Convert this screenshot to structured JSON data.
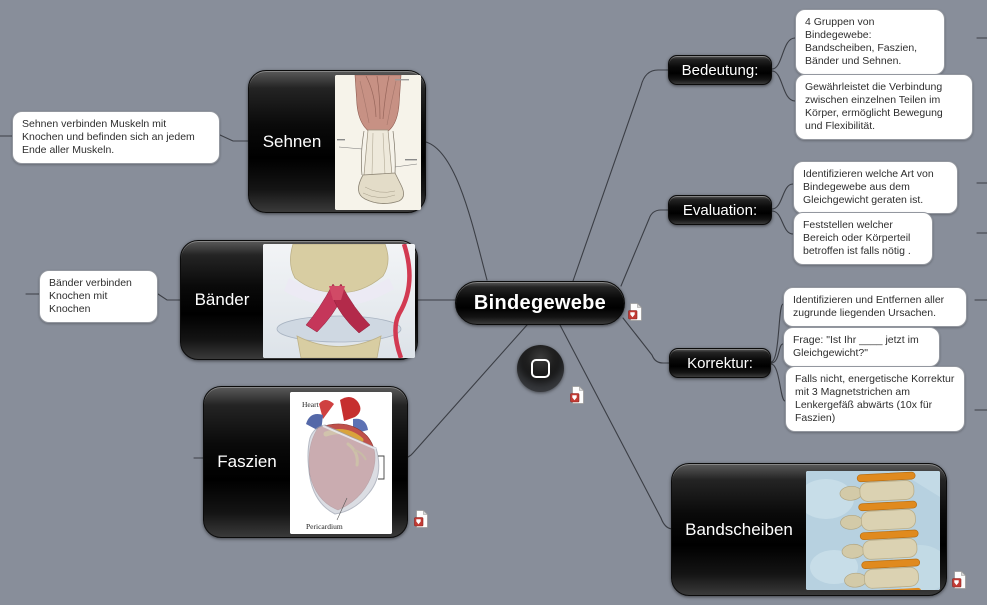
{
  "central_node": {
    "label": "Bindegewebe"
  },
  "branch_nodes": {
    "sehnen": {
      "label": "Sehnen"
    },
    "baender": {
      "label": "Bänder"
    },
    "faszien": {
      "label": "Faszien"
    },
    "bedeutung": {
      "label": "Bedeutung:"
    },
    "evaluation": {
      "label": "Evaluation:"
    },
    "korrektur": {
      "label": "Korrektur:"
    },
    "bandscheiben": {
      "label": "Bandscheiben"
    }
  },
  "notes": {
    "sehnen": "Sehnen verbinden Muskeln mit Knochen und befinden sich an jedem Ende aller Muskeln.",
    "baender": "Bänder verbinden Knochen mit Knochen",
    "bedeutung_1": "4 Gruppen von Bindegewebe: Bandscheiben, Faszien, Bänder und Sehnen.",
    "bedeutung_2": "Gewährleistet die Verbindung zwischen einzelnen Teilen im Körper, ermöglicht Bewegung und Flexibilität.",
    "evaluation_1": "Identifizieren welche Art von Bindegewebe aus dem Gleichgewicht geraten ist.",
    "evaluation_2": "Feststellen welcher Bereich oder Körperteil betroffen ist falls nötig .",
    "korrektur_1": "Identifizieren und Entfernen aller zugrunde liegenden Ursachen.",
    "korrektur_2": "Frage: \"Ist Ihr ____ jetzt im Gleichgewicht?\"",
    "korrektur_3": "Falls nicht, energetische Korrektur mit 3 Magnetstrichen am Lenkergefäß abwärts (10x für Faszien)"
  },
  "image_annotations": {
    "faszien_top": "Heart",
    "faszien_bottom": "Pericardium"
  },
  "icons": {
    "pdf_attachment": "pdf-attachment",
    "media_button": "media-button"
  },
  "colors": {
    "canvas_background": "#888E9A",
    "node_fill": "#000000",
    "node_text": "#FFFFFF",
    "note_background": "#FFFFFF",
    "note_text": "#2E2E2E",
    "connector": "#3B3E45",
    "pdf_badge_red": "#C23B34",
    "disc_orange": "#E08A1E",
    "bone_beige": "#D8CDA2",
    "ligament_red": "#C5365A",
    "spine_background": "#B7D1E0"
  }
}
